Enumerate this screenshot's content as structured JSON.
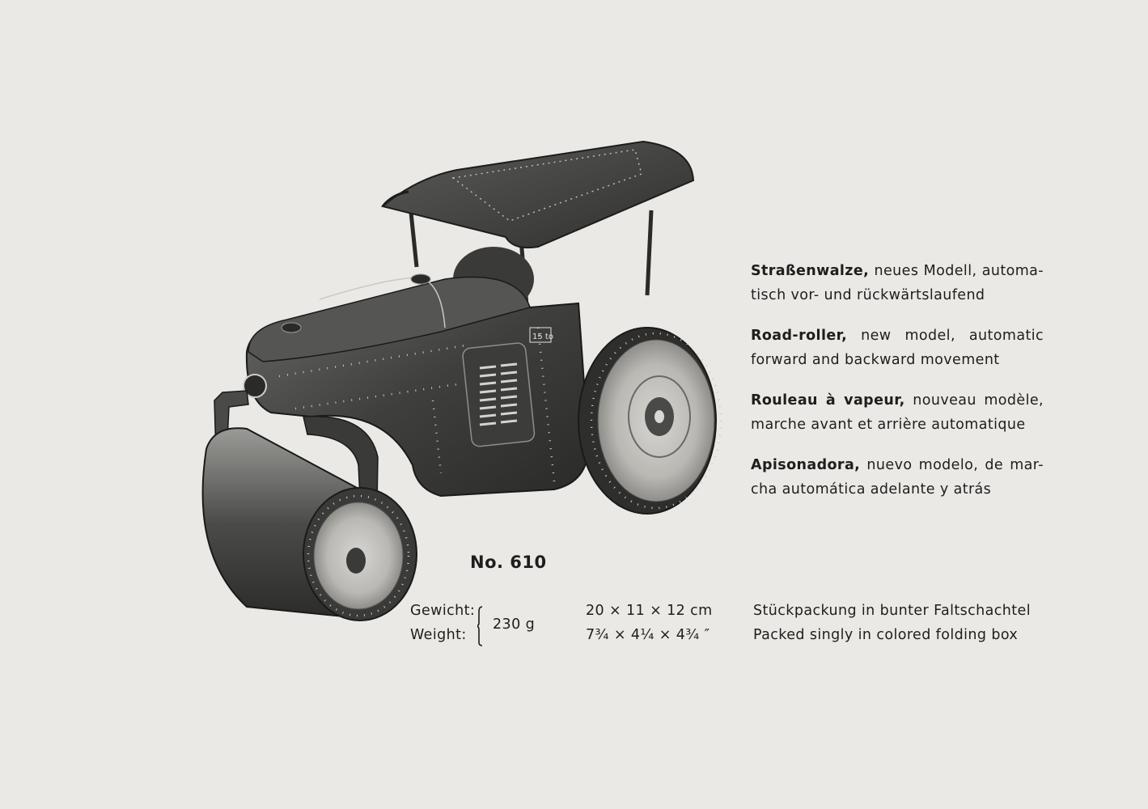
{
  "product": {
    "number": "No. 610",
    "descriptions": [
      {
        "name": "Straßenwalze,",
        "line1": "neues Modell, automa-",
        "line2": "tisch vor- und rückwärtslaufend"
      },
      {
        "name": "Road-roller,",
        "line1": "new model, automatic",
        "line2": "forward and backward movement"
      },
      {
        "name": "Rouleau à vapeur,",
        "line1": "nouveau modèle,",
        "line2": "marche avant et arrière automatique"
      },
      {
        "name": "Apisonadora,",
        "line1": "nuevo modelo, de mar-",
        "line2": "cha automática adelante y atrás"
      }
    ],
    "specs": {
      "weight_label_de": "Gewicht:",
      "weight_label_en": "Weight:",
      "weight_value": "230 g",
      "size_metric": "20 × 11 × 12 cm",
      "size_imperial": "7¾ × 4¼ × 4¾ ″",
      "packing_de": "Stückpackung in bunter Faltschachtel",
      "packing_en": "Packed singly in colored folding box"
    },
    "illustration": {
      "subject": "tin toy road roller with canopy",
      "badge_text": "15 to"
    }
  }
}
